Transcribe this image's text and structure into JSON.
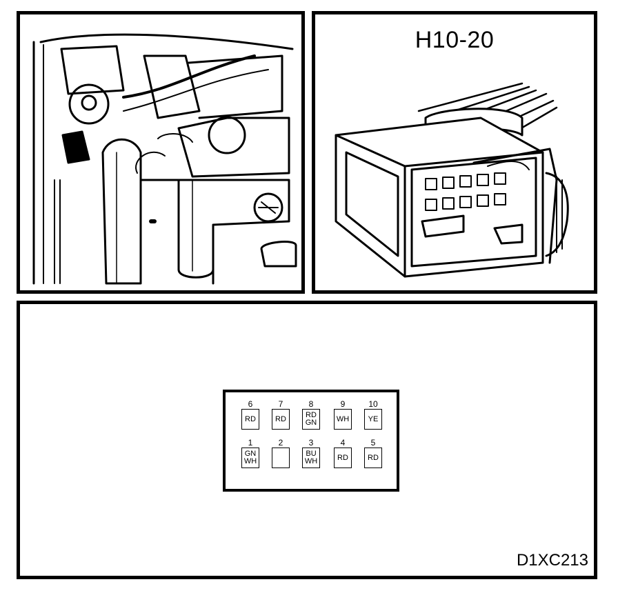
{
  "engine_panel": {},
  "connector_panel": {
    "title": "H10-20"
  },
  "pinout": {
    "top_row": [
      {
        "num": "6",
        "line1": "RD",
        "line2": ""
      },
      {
        "num": "7",
        "line1": "RD",
        "line2": ""
      },
      {
        "num": "8",
        "line1": "RD",
        "line2": "GN"
      },
      {
        "num": "9",
        "line1": "WH",
        "line2": ""
      },
      {
        "num": "10",
        "line1": "YE",
        "line2": ""
      }
    ],
    "bottom_row": [
      {
        "num": "1",
        "line1": "GN",
        "line2": "WH"
      },
      {
        "num": "2",
        "line1": "",
        "line2": ""
      },
      {
        "num": "3",
        "line1": "BU",
        "line2": "WH"
      },
      {
        "num": "4",
        "line1": "RD",
        "line2": ""
      },
      {
        "num": "5",
        "line1": "RD",
        "line2": ""
      }
    ]
  },
  "doc_id": "D1XC213"
}
